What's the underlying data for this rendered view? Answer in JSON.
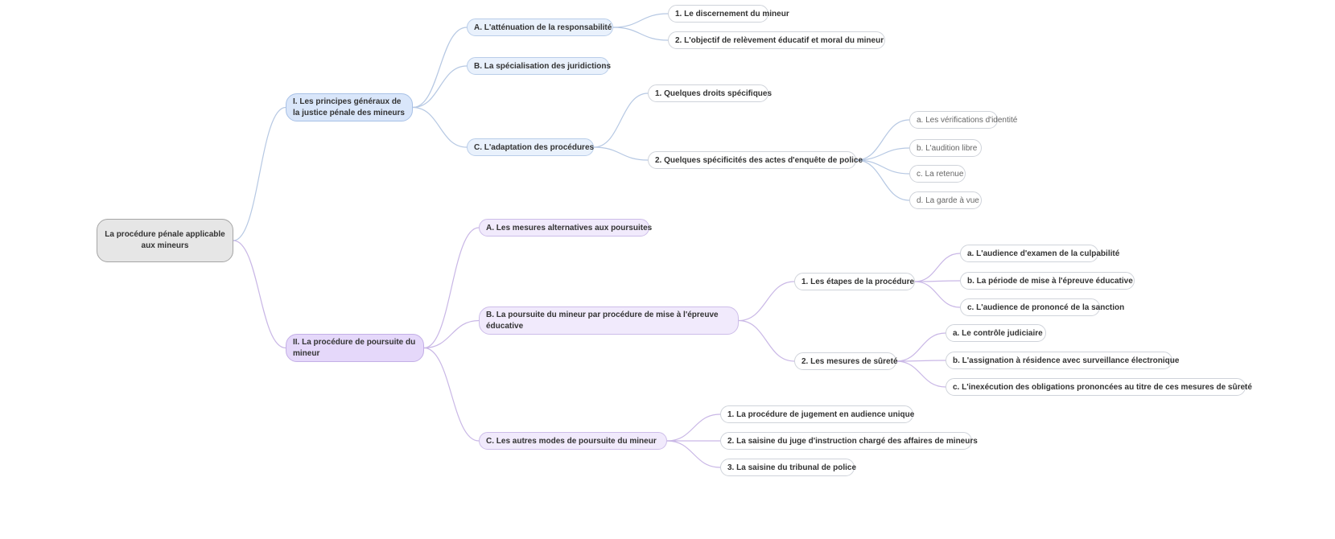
{
  "colors": {
    "blue_branch": "#b6c8e3",
    "purple_branch": "#c9b7e6"
  },
  "root": "La procédure pénale applicable aux mineurs",
  "I": {
    "label": "I. Les principes généraux de la justice pénale des mineurs",
    "A": {
      "label": "A. L'atténuation de la responsabilité",
      "c1": "1. Le discernement du mineur",
      "c2": "2. L'objectif de relèvement éducatif et moral du mineur"
    },
    "B": {
      "label": "B. La spécialisation des juridictions"
    },
    "C": {
      "label": "C. L'adaptation des procédures",
      "c1": "1. Quelques droits spécifiques",
      "c2": "2. Quelques spécificités des actes d'enquête de police",
      "a": "a. Les vérifications d'identité",
      "b": "b. L'audition libre",
      "c": "c. La retenue",
      "d": "d. La garde à vue"
    }
  },
  "II": {
    "label": "II. La procédure de poursuite du mineur",
    "A": {
      "label": "A. Les mesures alternatives aux poursuites"
    },
    "B": {
      "label": "B. La poursuite du mineur par procédure de mise à l'épreuve éducative",
      "c1": "1. Les étapes de la procédure",
      "c1a": "a. L'audience d'examen de la culpabilité",
      "c1b": "b.  La période de mise à l'épreuve éducative",
      "c1c": "c. L'audience de prononcé de la sanction",
      "c2": "2. Les mesures de sûreté",
      "c2a": "a. Le contrôle judiciaire",
      "c2b": "b. L'assignation à résidence avec surveillance électronique",
      "c2c": "c. L'inexécution des obligations prononcées au titre de ces mesures de sûreté"
    },
    "C": {
      "label": "C. Les autres modes de poursuite du mineur",
      "c1": "1. La procédure de jugement en audience unique",
      "c2": "2. La saisine du juge d'instruction chargé des affaires de mineurs",
      "c3": "3. La saisine du tribunal de police"
    }
  }
}
